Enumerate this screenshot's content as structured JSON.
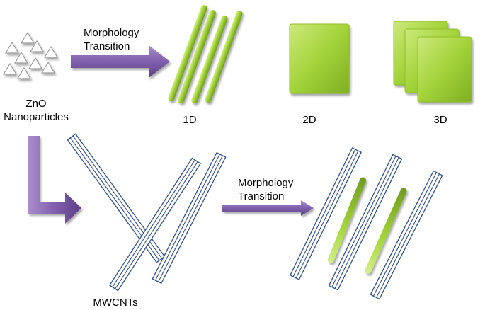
{
  "labels": {
    "zno_line1": "ZnO",
    "zno_line2": "Nanoparticles",
    "top_transition_line1": "Morphology",
    "top_transition_line2": "Transition",
    "bottom_transition_line1": "Morphology",
    "bottom_transition_line2": "Transition",
    "one_d": "1D",
    "two_d": "2D",
    "three_d": "3D",
    "mwcnts": "MWCNTs"
  },
  "colors": {
    "arrow_purple": "#7b5aa6",
    "rod_green": "#9acd32",
    "rod_green_light": "#c6e67a",
    "rod_green_dark": "#6e9a1e",
    "tube_blue": "#2f4f8f",
    "triangle_gray": "#b8b8b8"
  },
  "icons": {
    "nanoparticle": "triangle-icon",
    "arrow": "arrow-right-icon"
  }
}
